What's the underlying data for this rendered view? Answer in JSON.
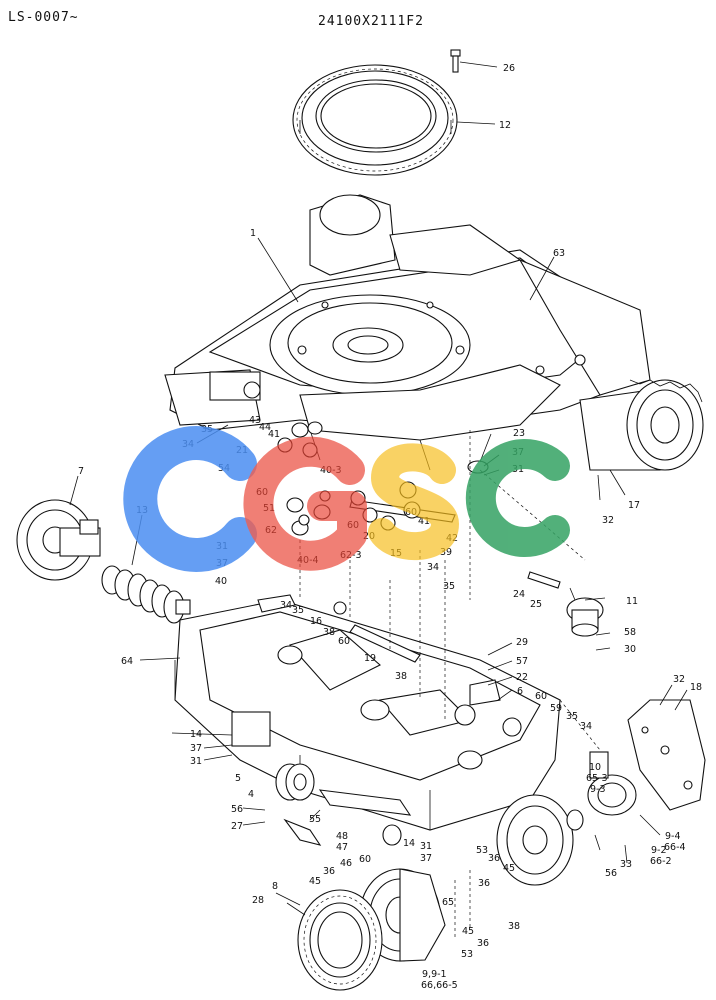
{
  "header": {
    "ref_code": "LS-0007~",
    "drawing_no": "24100X2111F2"
  },
  "watermark": {
    "letters": [
      "C",
      "G",
      "S",
      "C"
    ],
    "colors": [
      "#4b8ef1",
      "#ea4335",
      "#f6bd1b",
      "#34a263"
    ]
  },
  "callouts": [
    "26",
    "12",
    "1",
    "63",
    "7",
    "13",
    "64",
    "34",
    "35",
    "54",
    "43",
    "44",
    "41",
    "21",
    "60",
    "51",
    "62",
    "23",
    "37",
    "31",
    "17",
    "32",
    "20",
    "40-3",
    "60",
    "60",
    "42",
    "41",
    "15",
    "39",
    "62-3",
    "34",
    "35",
    "31",
    "37",
    "40",
    "40-4",
    "34",
    "35",
    "16",
    "38",
    "60",
    "19",
    "24",
    "25",
    "11",
    "58",
    "30",
    "29",
    "57",
    "22",
    "6",
    "38",
    "60",
    "59",
    "35",
    "34",
    "14",
    "37",
    "31",
    "5",
    "4",
    "56",
    "27",
    "55",
    "48",
    "47",
    "46",
    "45",
    "36",
    "10",
    "65-3",
    "9-3",
    "9-4",
    "66-4",
    "9-2",
    "66-2",
    "33",
    "56",
    "31",
    "37",
    "14",
    "60",
    "53",
    "36",
    "45",
    "36",
    "65",
    "53",
    "38",
    "45",
    "36",
    "28",
    "8",
    "9,9-1",
    "66,66-5",
    "32",
    "18"
  ]
}
